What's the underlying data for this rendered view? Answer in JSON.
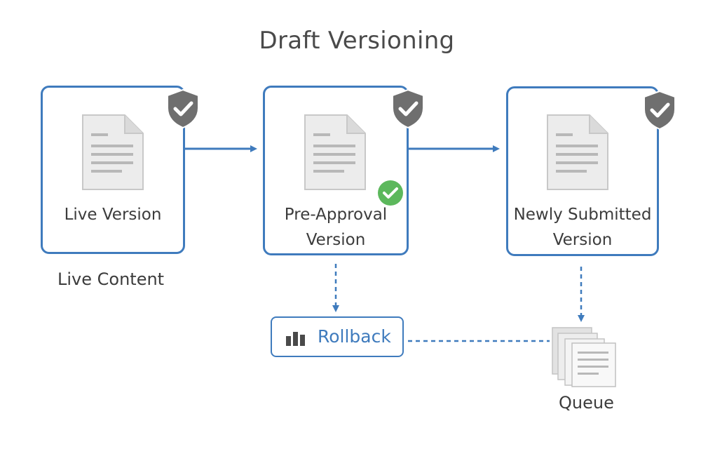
{
  "title": "Draft Versioning",
  "cards": {
    "live": {
      "label": "Live Version"
    },
    "pre_approval": {
      "label_line1": "Pre-Approval",
      "label_line2": "Version"
    },
    "newly_submitted": {
      "label_line1": "Newly Submitted",
      "label_line2": "Version"
    }
  },
  "live_content_label": "Live Content",
  "rollback": {
    "label": "Rollback",
    "icon": "bar-chart-icon"
  },
  "queue": {
    "label": "Queue",
    "icon": "stacked-documents-icon"
  },
  "icons": {
    "card": "document-icon",
    "protected": "shield-check-icon",
    "approved": "green-check-icon"
  },
  "colors": {
    "accent": "#3f7bbd",
    "shield": "#6f6f6f",
    "approved": "#5cb85c",
    "text": "#3c3c3c"
  }
}
